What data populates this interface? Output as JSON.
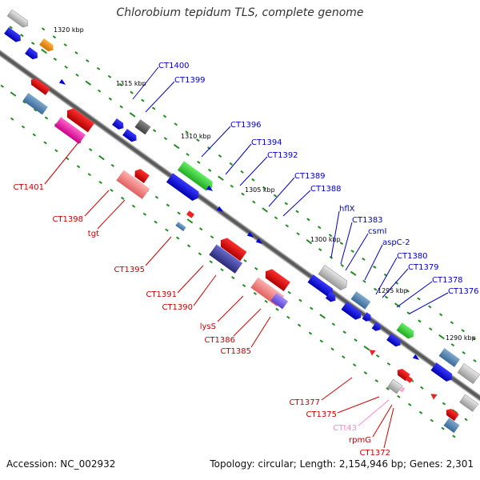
{
  "header": {
    "title": "Chlorobium tepidum TLS, complete genome"
  },
  "footer": {
    "accession": "Accession: NC_002932",
    "summary": "Topology: circular; Length: 2,154,946 bp; Genes: 2,301"
  },
  "scale": {
    "kbp_labels": [
      "1320 kbp",
      "1315 kbp",
      "1310 kbp",
      "1305 kbp",
      "1300 kbp",
      "1295 kbp",
      "1290 kbp"
    ]
  },
  "colors": {
    "backbone": "#808080",
    "forward_label": "#0000cc",
    "reverse_label": "#cc0000",
    "trna_label": "#ff88cc",
    "tick": "#228b22"
  },
  "genes": {
    "forward": [
      "CT1400",
      "CT1399",
      "CT1396",
      "CT1394",
      "CT1392",
      "CT1389",
      "CT1388",
      "hflX",
      "CT1383",
      "csmI",
      "aspC-2",
      "CT1380",
      "CT1379",
      "CT1378",
      "CT1376"
    ],
    "reverse": [
      "CT1401",
      "CT1398",
      "tgt",
      "CT1395",
      "CT1391",
      "CT1390",
      "lysS",
      "CT1386",
      "CT1385",
      "CT1377",
      "CT1375",
      "CT1372",
      "rpmG"
    ],
    "trna": [
      "CTt43"
    ]
  }
}
